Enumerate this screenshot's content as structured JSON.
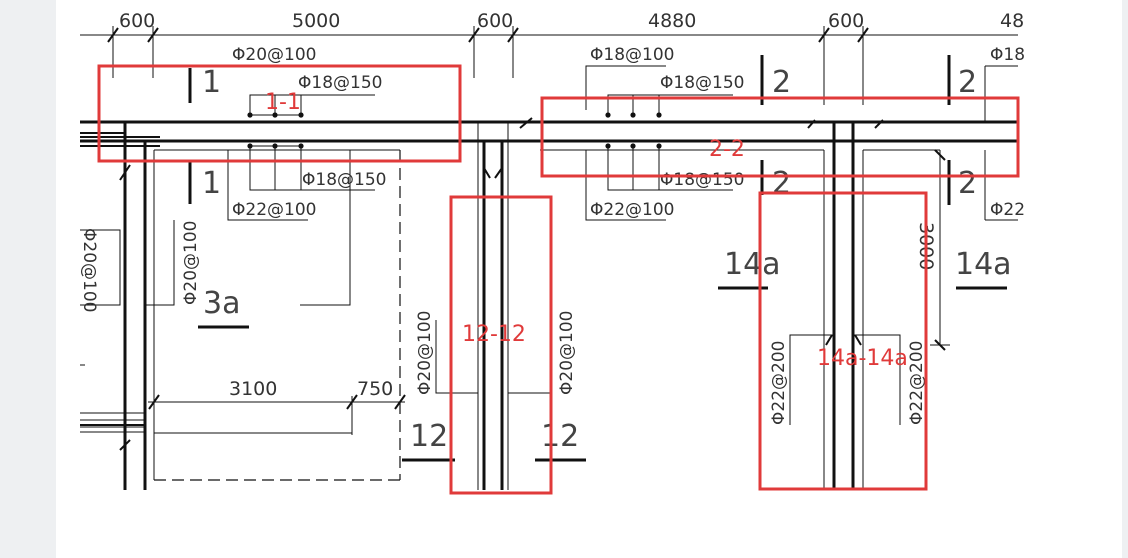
{
  "dimensions": {
    "d1": "600",
    "d2": "5000",
    "d3": "600",
    "d4": "4880",
    "d5": "600",
    "d6": "48",
    "d7": "3100",
    "d8": "750",
    "d9": "3000"
  },
  "rebar_labels": {
    "top_left_outer": "Φ20@100",
    "top_left_inner": "Φ18@150",
    "bottom_left_inner": "Φ18@150",
    "bottom_left_outer": "Φ22@100",
    "top_mid_outer": "Φ18@100",
    "top_mid_inner": "Φ18@150",
    "bottom_mid_inner": "Φ18@150",
    "bottom_mid_outer": "Φ22@100",
    "top_right_outer": "Φ18",
    "bottom_right_outer": "Φ22",
    "left_vertical_a": "Φ20@100",
    "left_vertical_b": "Φ20@100",
    "wall12_left": "Φ20@100",
    "wall12_right": "Φ20@100",
    "wall14a_left": "Φ22@200",
    "wall14a_right": "Φ22@200"
  },
  "section_marks": {
    "s1_top": "1",
    "s1_bottom": "1",
    "s2a_top": "2",
    "s2a_bottom": "2",
    "s2b_top": "2",
    "s2b_bottom": "2"
  },
  "wall_tags": {
    "tag_3a": "3a",
    "tag_12_left": "12",
    "tag_12_right": "12",
    "tag_14a_left": "14a",
    "tag_14a_right": "14a"
  },
  "annotations": {
    "box_1_1": "1-1",
    "box_2_2": "2-2",
    "box_12_12": "12-12",
    "box_14a_14a": "14a-14a"
  },
  "colors": {
    "annotation_red": "#e03a3a",
    "line": "#111111",
    "page": "#ffffff",
    "viewer_bg": "#eef0f2"
  }
}
